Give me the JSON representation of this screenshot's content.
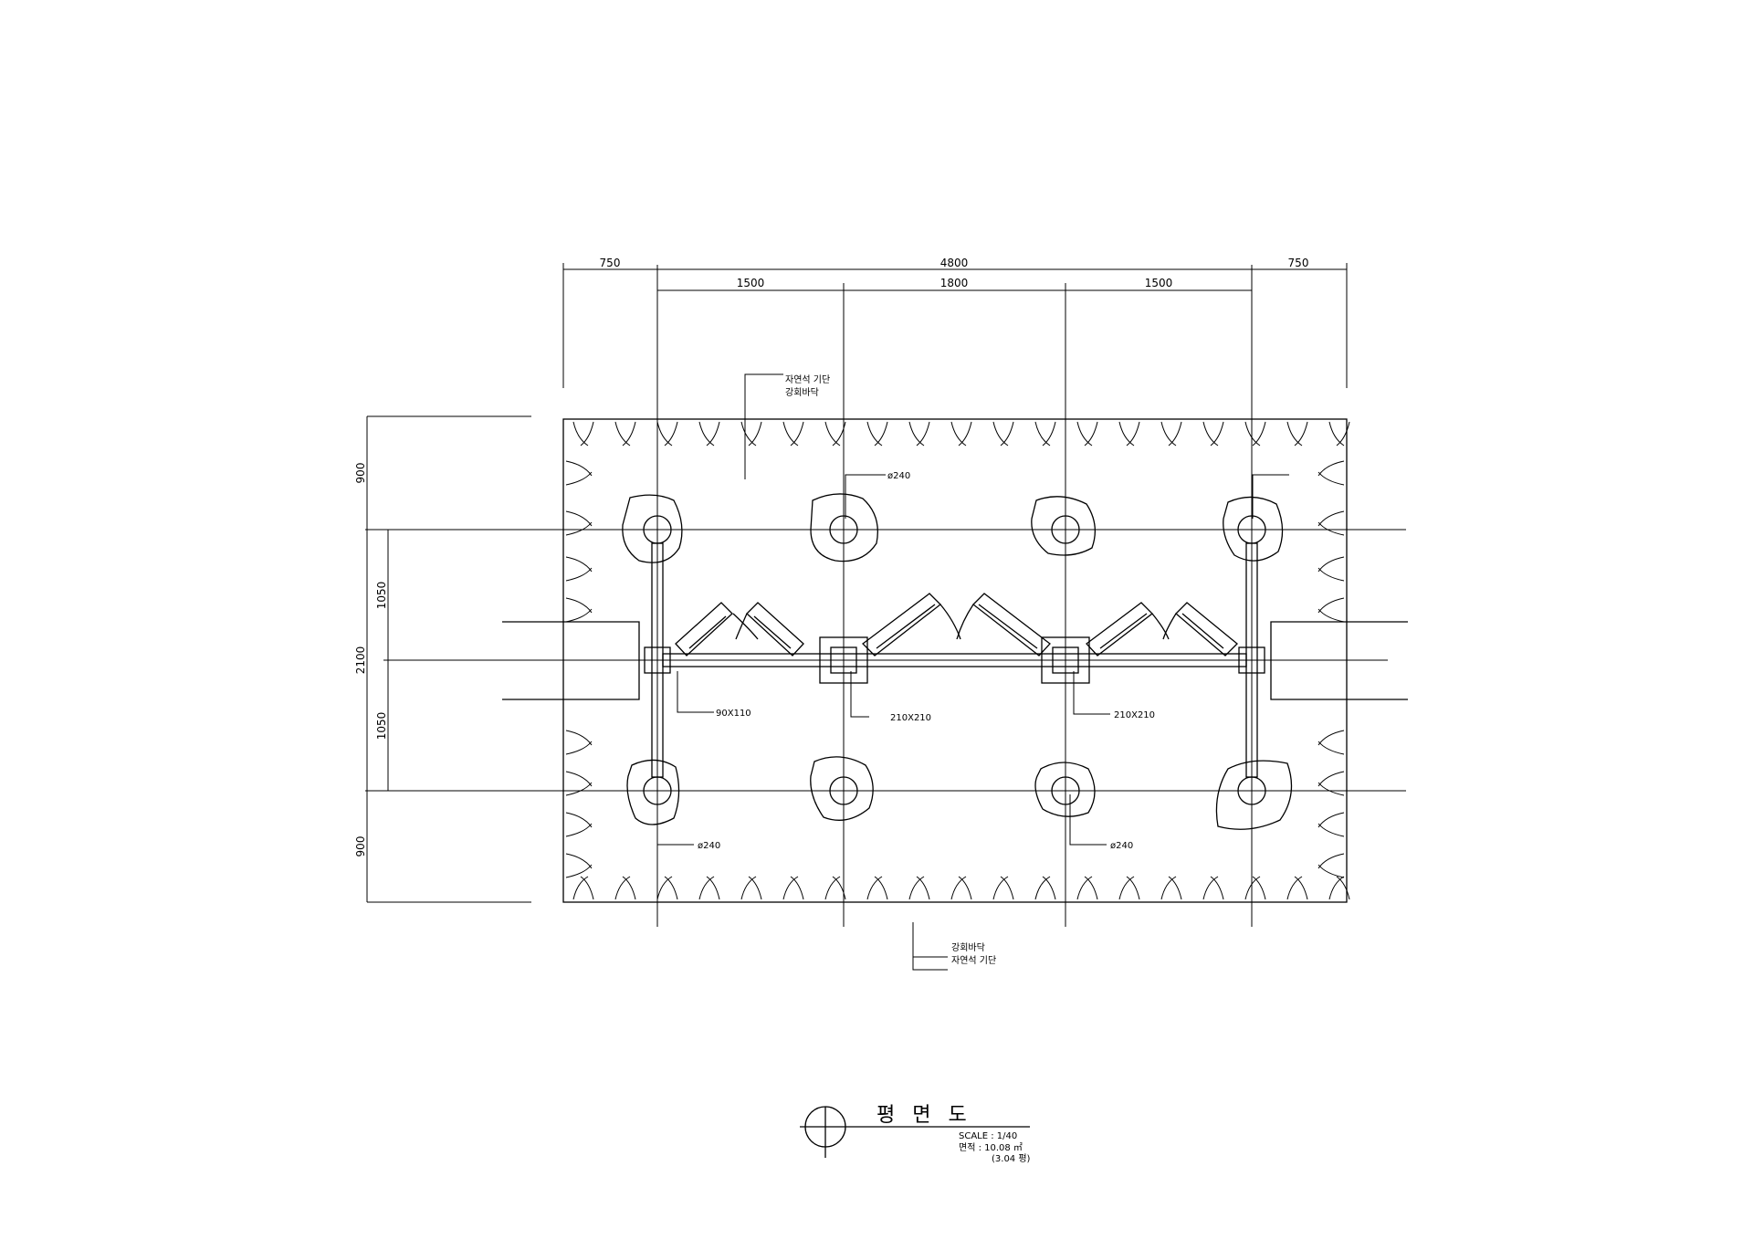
{
  "dimensions": {
    "top_outer": [
      "750",
      "4800",
      "750"
    ],
    "top_inner": [
      "1500",
      "1800",
      "1500"
    ],
    "left_outer": [
      "900",
      "2100",
      "900"
    ],
    "left_inner": [
      "1050",
      "1050"
    ]
  },
  "labels": {
    "top_note": [
      "자연석 기단",
      "강회바닥"
    ],
    "bottom_note": [
      "강회바닥",
      "자연석 기단"
    ],
    "column_dia_top": "ø240",
    "column_dia_bottom_left": "ø240",
    "column_dia_bottom_right": "ø240",
    "member_90x110": "90X110",
    "member_210x210_left": "210X210",
    "member_210x210_right": "210X210"
  },
  "title_block": {
    "title": "평 면 도",
    "scale": "SCALE : 1/40",
    "area": "면적 : 10.08 ㎡",
    "area_pyeong": "(3.04 평)"
  }
}
